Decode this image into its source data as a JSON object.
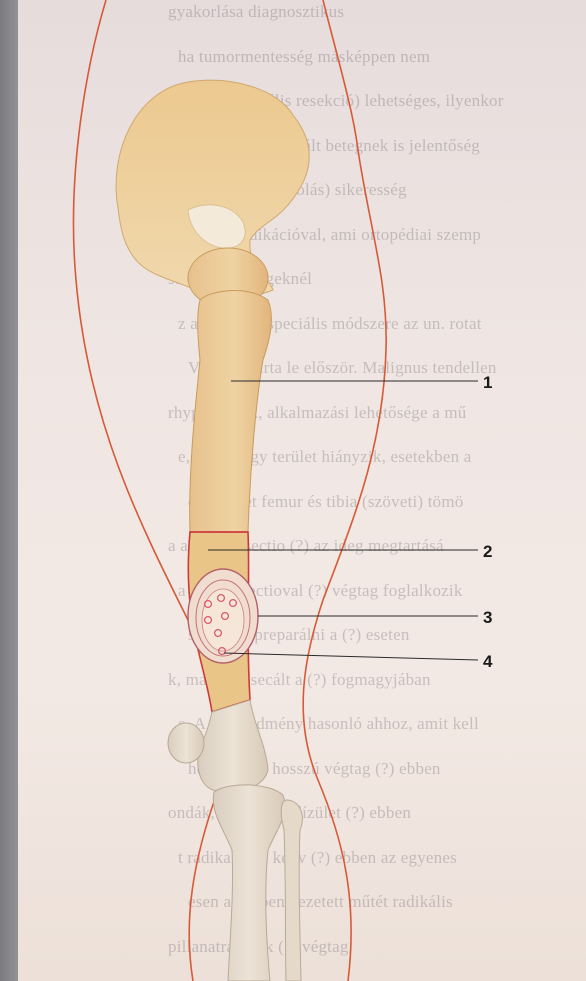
{
  "labels": [
    {
      "id": "1",
      "text": "1"
    },
    {
      "id": "2",
      "text": "2"
    },
    {
      "id": "3",
      "text": "3"
    },
    {
      "id": "4",
      "text": "4"
    }
  ],
  "bleed_through_text": [
    "gyakorlása diagnosztikus",
    "ha tumormentesség másképpen nem",
    "ami (subtotális resekció) lehetséges, ilyenkor",
    "palliatív céllal operált betegnek is jelentőség",
    "re, apolinaris (ápolás) sikeresség",
    "vitális indikációval, ami ortopédiai szemp",
    "stádiumú betegeknél",
    "z amputáció speciális módszere az un. rotat",
    "Van Nees írta le először. Malignus tendellen",
    "rhypoplasiák, alkalmazási lehetősége a mű",
    "e, hogy nagy terület hiányzik, esetekben a",
    "egymellet femur és tibia (szöveti) tömö",
    "a az eret resectio (?) az ideg megtartásá",
    "a dista resectioval (?) végtag foglalkozik",
    "s és a (?) preparálni a (?) eseten",
    "k, majd a resecált a (?) fogmagyjában",
    "e. A végeredmény hasonló ahhoz, amit kell",
    "helyére, (?) hosszú végtag (?) ebben",
    "ondák, és mint térdízület (?) ebben",
    "t radikalitása kedv (?) ebben az egyenes",
    "esen az éppen vezetett műtét radikális",
    "pillanatra bízik (?) végtag"
  ],
  "colors": {
    "page_background": "#efe6e3",
    "body_outline": "#d65a38",
    "bone_fill": "#eed3a6",
    "bone_fill_dark": "#e7c18c",
    "tumor_segment": "#e9c688",
    "resection_line": "#cc3b3b",
    "tumor_dots": "#d95a6a",
    "leader_line": "#2a2a2a"
  }
}
